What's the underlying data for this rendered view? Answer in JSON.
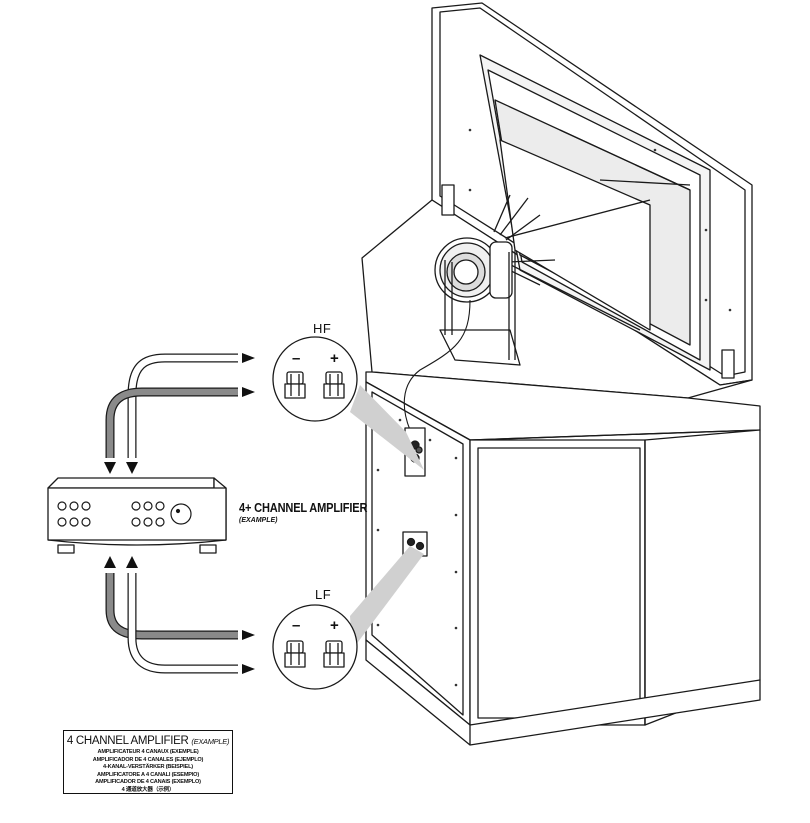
{
  "labels": {
    "hf": "HF",
    "lf": "LF",
    "minus": "–",
    "plus": "+",
    "amplifier_title": "4+ CHANNEL AMPLIFIER",
    "amplifier_subtitle": "(EXAMPLE)"
  },
  "caption": {
    "title": "4 CHANNEL AMPLIFIER",
    "title_note": "(EXAMPLE)",
    "lines": [
      "AMPLIFICATEUR 4 CANAUX (EXEMPLE)",
      "AMPLIFICADOR DE 4 CANALES (EJEMPLO)",
      "4-KANAL-VERSTÄRKER (BEISPIEL)",
      "AMPLIFICATORE A 4 CANALI (ESEMPIO)",
      "AMPLIFICADOR DE 4 CANAIS (EXEMPLO)",
      "4 通道放大器（示例）"
    ]
  },
  "colors": {
    "line": "#1a1a1a",
    "cable_grey": "#8a8a8a",
    "callout_grey": "#d0d0d0"
  }
}
